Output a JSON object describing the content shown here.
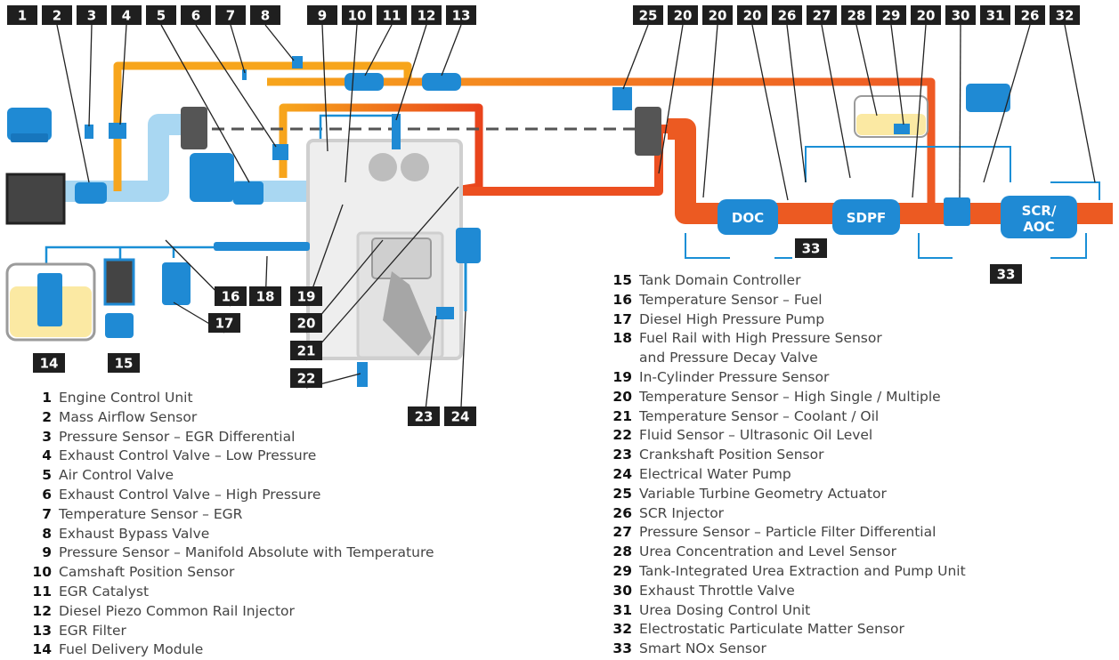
{
  "top_tags": [
    "1",
    "2",
    "3",
    "4",
    "5",
    "6",
    "7",
    "8",
    "9",
    "10",
    "11",
    "12",
    "13",
    "25",
    "20",
    "20",
    "20",
    "26",
    "27",
    "28",
    "29",
    "20",
    "30",
    "31",
    "26",
    "32"
  ],
  "lower_tags": [
    "14",
    "15",
    "16",
    "17",
    "18",
    "19",
    "20",
    "21",
    "22",
    "23",
    "24",
    "33",
    "33"
  ],
  "component_labels": {
    "doc": "DOC",
    "sdpf": "SDPF",
    "scr_line1": "SCR/",
    "scr_line2": "AOC"
  },
  "legend_left": [
    {
      "num": "1",
      "text": "Engine Control Unit"
    },
    {
      "num": "2",
      "text": "Mass Airflow Sensor"
    },
    {
      "num": "3",
      "text": "Pressure Sensor – EGR Differential"
    },
    {
      "num": "4",
      "text": "Exhaust Control Valve – Low Pressure"
    },
    {
      "num": "5",
      "text": "Air Control Valve"
    },
    {
      "num": "6",
      "text": "Exhaust Control Valve – High Pressure"
    },
    {
      "num": "7",
      "text": "Temperature Sensor – EGR"
    },
    {
      "num": "8",
      "text": "Exhaust Bypass Valve"
    },
    {
      "num": "9",
      "text": "Pressure Sensor – Manifold Absolute with Temperature"
    },
    {
      "num": "10",
      "text": "Camshaft Position Sensor"
    },
    {
      "num": "11",
      "text": "EGR Catalyst"
    },
    {
      "num": "12",
      "text": "Diesel Piezo Common Rail Injector"
    },
    {
      "num": "13",
      "text": "EGR Filter"
    },
    {
      "num": "14",
      "text": "Fuel Delivery Module"
    }
  ],
  "legend_right": [
    {
      "num": "15",
      "text": "Tank Domain Controller"
    },
    {
      "num": "16",
      "text": "Temperature Sensor – Fuel"
    },
    {
      "num": "17",
      "text": "Diesel High Pressure Pump"
    },
    {
      "num": "18",
      "text": "Fuel Rail with High Pressure Sensor",
      "cont": "and Pressure Decay Valve"
    },
    {
      "num": "19",
      "text": "In-Cylinder Pressure Sensor"
    },
    {
      "num": "20",
      "text": "Temperature Sensor – High Single / Multiple"
    },
    {
      "num": "21",
      "text": "Temperature Sensor – Coolant / Oil"
    },
    {
      "num": "22",
      "text": "Fluid Sensor – Ultrasonic Oil Level"
    },
    {
      "num": "23",
      "text": "Crankshaft Position Sensor"
    },
    {
      "num": "24",
      "text": "Electrical Water Pump"
    },
    {
      "num": "25",
      "text": "Variable Turbine Geometry Actuator"
    },
    {
      "num": "26",
      "text": "SCR Injector"
    },
    {
      "num": "27",
      "text": "Pressure Sensor – Particle Filter Differential"
    },
    {
      "num": "28",
      "text": "Urea Concentration and Level Sensor"
    },
    {
      "num": "29",
      "text": "Tank-Integrated Urea Extraction and Pump Unit"
    },
    {
      "num": "30",
      "text": "Exhaust Throttle Valve"
    },
    {
      "num": "31",
      "text": "Urea Dosing Control Unit"
    },
    {
      "num": "32",
      "text": "Electrostatic Particulate Matter Sensor"
    },
    {
      "num": "33",
      "text": "Smart NOx Sensor"
    }
  ],
  "colors": {
    "tag_bg": "#1f1f1f",
    "intake_blue": "#a9d7f2",
    "egr_orange": "#f7a51c",
    "exhaust_orange": "#ee5a24",
    "sensor_blue": "#1a8fd6",
    "fuel_yellow": "#fbe9a3"
  }
}
